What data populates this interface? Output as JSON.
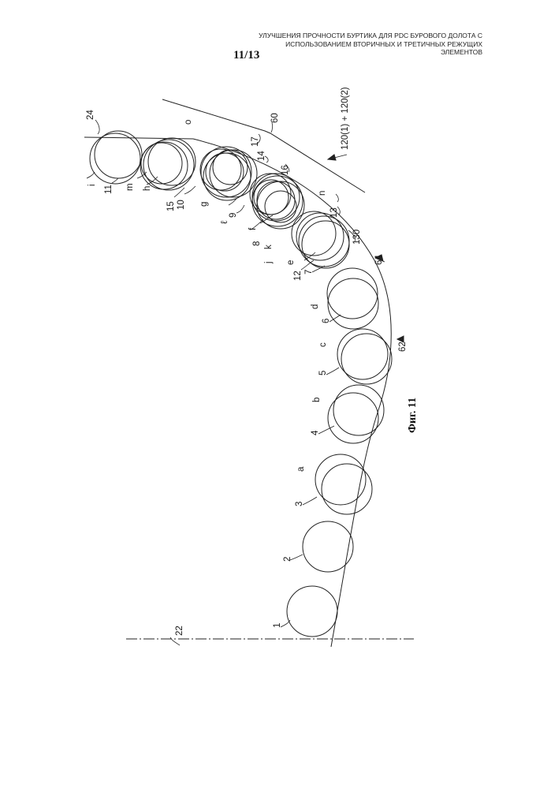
{
  "header": {
    "title_line1": "УЛУЧШЕНИЯ ПРОЧНОСТИ БУРТИКА ДЛЯ PDC БУРОВОГО ДОЛОТА С",
    "title_line2": "ИСПОЛЬЗОВАНИЕМ ВТОРИЧНЫХ И ТРЕТИЧНЫХ РЕЖУЩИХ",
    "title_line3": "ЭЛЕМЕНТОВ",
    "page": "11/13"
  },
  "figure": {
    "caption": "Фиг. 11",
    "refs": {
      "axis": "22",
      "top_line": "24",
      "blade_line": "60",
      "blade_group": "120(1) + 120(2)",
      "profile": "130",
      "shoulder": "64",
      "nose": "62"
    },
    "primary_labels": [
      "1",
      "2",
      "3",
      "4",
      "5",
      "6",
      "7",
      "8",
      "9",
      "10",
      "11"
    ],
    "secondary_labels": [
      "12",
      "13",
      "14",
      "15",
      "16",
      "17"
    ],
    "letter_labels": [
      "a",
      "b",
      "c",
      "d",
      "e",
      "f",
      "g",
      "h",
      "i",
      "j",
      "k",
      "ℓ",
      "m",
      "n",
      "o"
    ]
  }
}
